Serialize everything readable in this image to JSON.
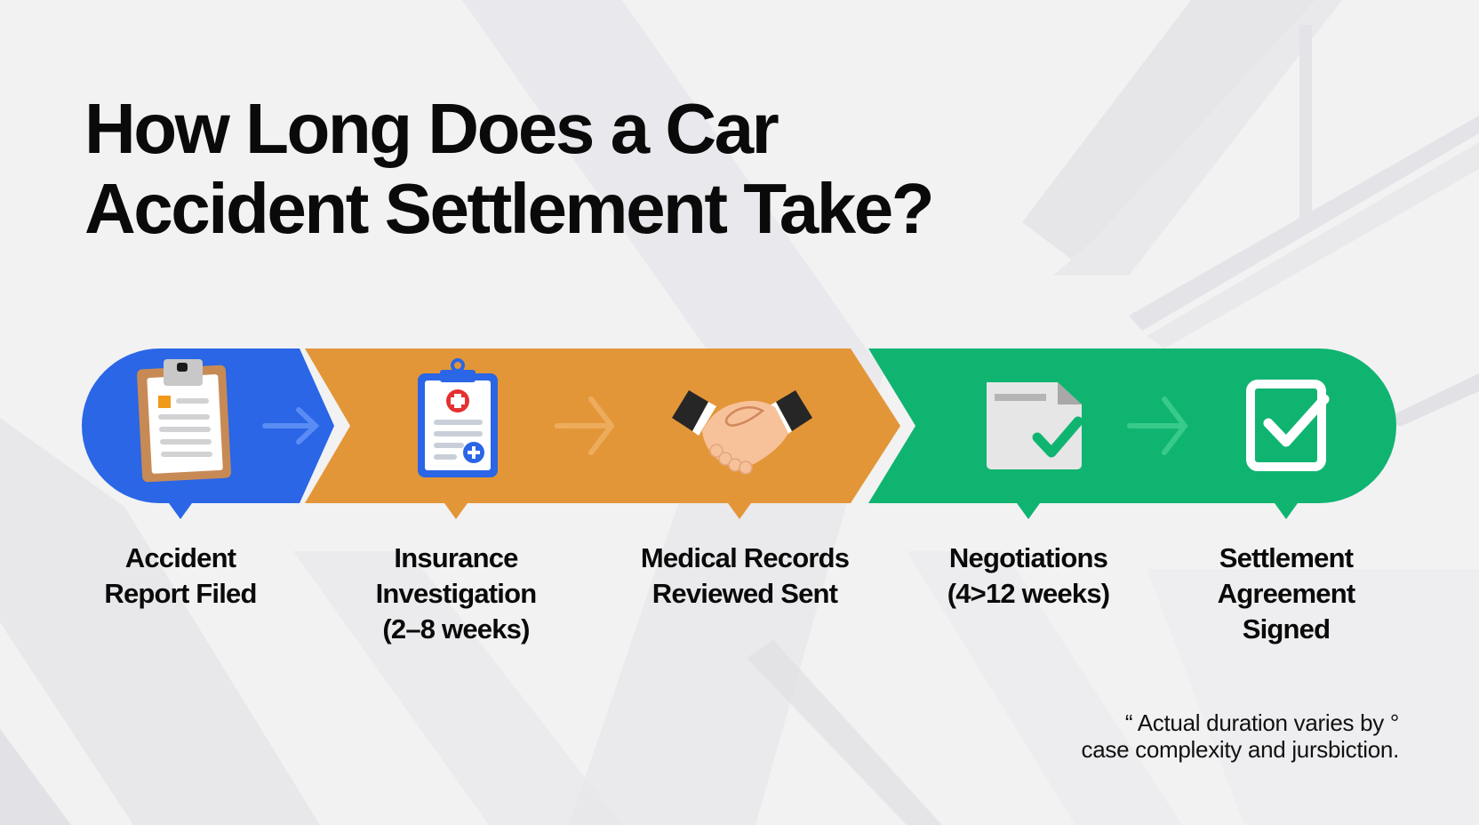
{
  "title": {
    "line1": "How Long Does a Car",
    "line2": "Accident Settlement Take?"
  },
  "colors": {
    "background": "#f2f2f3",
    "stage_blue": "#2a66e6",
    "stage_orange": "#e39638",
    "stage_green": "#10b471",
    "text": "#0a0a0a"
  },
  "steps": [
    {
      "icon": "clipboard-report-icon",
      "color": "blue",
      "lines": [
        "Accident",
        "Report Filed"
      ]
    },
    {
      "icon": "medical-clipboard-icon",
      "color": "orange",
      "lines": [
        "Insurance",
        "Investigation",
        "(2–8 weeks)"
      ]
    },
    {
      "icon": "handshake-icon",
      "color": "orange",
      "lines": [
        "Medical Records",
        "Reviewed Sent"
      ]
    },
    {
      "icon": "document-check-icon",
      "color": "green",
      "lines": [
        "Negotiations",
        "(4>12 weeks)"
      ]
    },
    {
      "icon": "checkbox-check-icon",
      "color": "green",
      "lines": [
        "Settlement",
        "Agreement",
        "Signed"
      ]
    }
  ],
  "arrows": [
    "arrow-right-icon",
    "arrow-right-icon",
    "arrow-right-icon"
  ],
  "footnote": {
    "line1": "“ Actual duration varies by °",
    "line2": "case complexity and jursbiction."
  }
}
